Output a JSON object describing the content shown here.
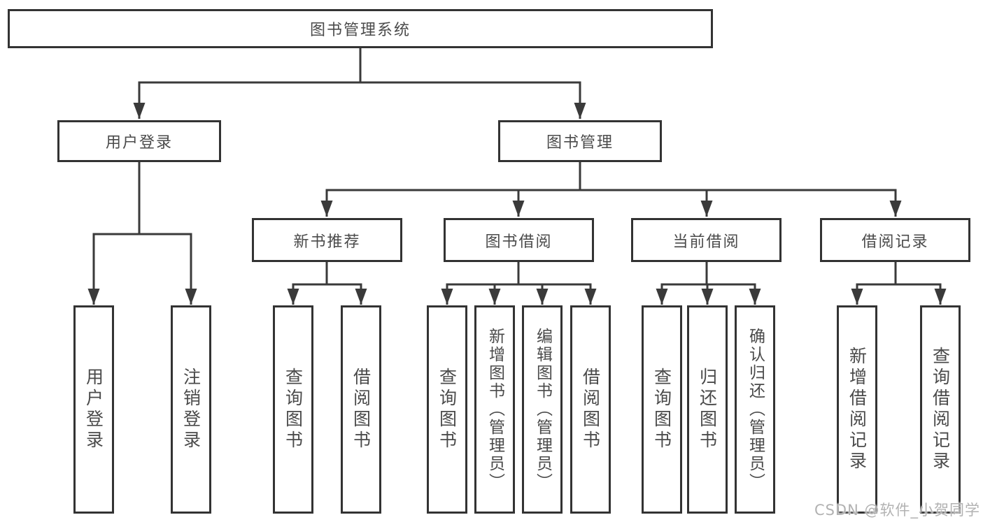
{
  "diagram": {
    "title": "图书管理系统",
    "root": {
      "label": "图书管理系统"
    },
    "level2": {
      "user_login": {
        "label": "用户登录"
      },
      "book_management": {
        "label": "图书管理"
      }
    },
    "level3": {
      "new_books": {
        "label": "新书推荐"
      },
      "book_borrow": {
        "label": "图书借阅"
      },
      "current_borrow": {
        "label": "当前借阅"
      },
      "borrow_records": {
        "label": "借阅记录"
      }
    },
    "leaves": {
      "user_login": [
        "用户登录",
        "注销登录"
      ],
      "new_books": [
        "查询图书",
        "借阅图书"
      ],
      "book_borrow": [
        "查询图书",
        "新增图书（管理员）",
        "编辑图书（管理员）",
        "借阅图书"
      ],
      "current_borrow": [
        "查询图书",
        "归还图书",
        "确认归还（管理员）"
      ],
      "borrow_records": [
        "新增借阅记录",
        "查询借阅记录"
      ]
    }
  },
  "watermark": {
    "text": "CSDN @软件_小贺同学"
  },
  "colors": {
    "line": "#3a3a3a",
    "box_border": "#333333",
    "text": "#4a4a4a",
    "watermark": "#b2b2b2",
    "background": "#ffffff"
  }
}
